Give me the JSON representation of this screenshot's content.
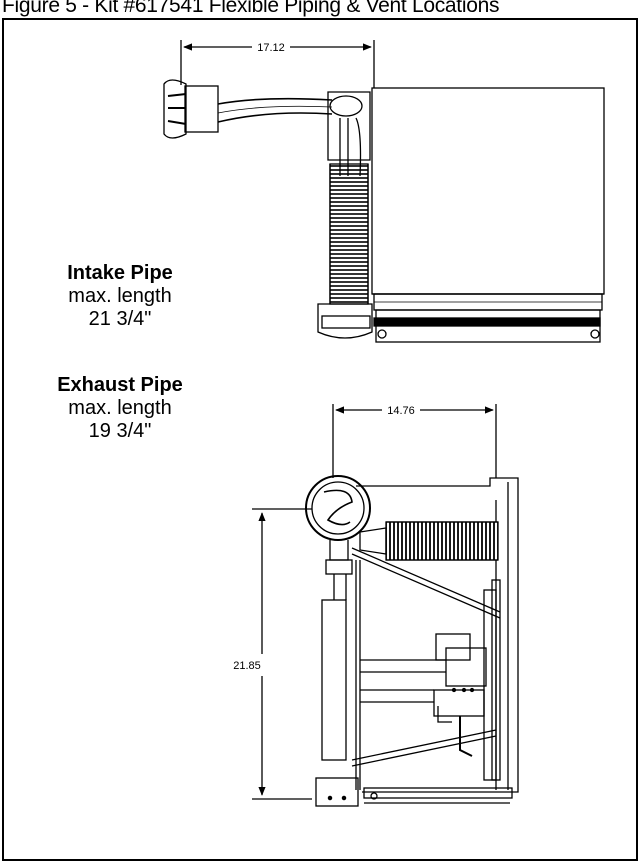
{
  "figure_caption": "Figure 5 - Kit #617541 Flexible Piping & Vent Locations",
  "intake_note": {
    "heading": "Intake Pipe",
    "line1": "max. length",
    "line2": "21 3/4\""
  },
  "exhaust_note": {
    "heading": "Exhaust Pipe",
    "line1": "max. length",
    "line2": "19 3/4\""
  },
  "dimensions": {
    "intake_horizontal": "17.12",
    "exhaust_horizontal": "14.76",
    "exhaust_vertical": "21.85"
  }
}
